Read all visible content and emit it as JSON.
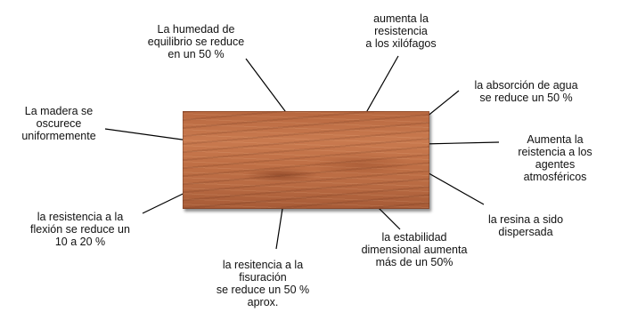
{
  "diagram": {
    "labels": {
      "humedad": "La humedad de\nequilibrio se reduce\nen un 50 %",
      "xilofagos": "aumenta la\nresistencia\na los xilófagos",
      "absorcion": "la absorción de agua\nse reduce un 50 %",
      "agentes": "Aumenta la\nreistencia a los\nagentes\natmosféricos",
      "oscurece": "La madera se\noscurece\nuniformemente",
      "flexion": "la resistencia a la\nflexión se reduce un\n10 a 20 %",
      "fisuracion": "la resitencia a la\nfisuración\nse reduce un 50 %\naprox.",
      "estabilidad": "la estabilidad\ndimensional aumenta\nmás de un 50%",
      "resina": "la resina a sido\ndispersada"
    },
    "colors": {
      "wood": "#c0714a",
      "line": "#000000",
      "text": "#111111"
    }
  }
}
